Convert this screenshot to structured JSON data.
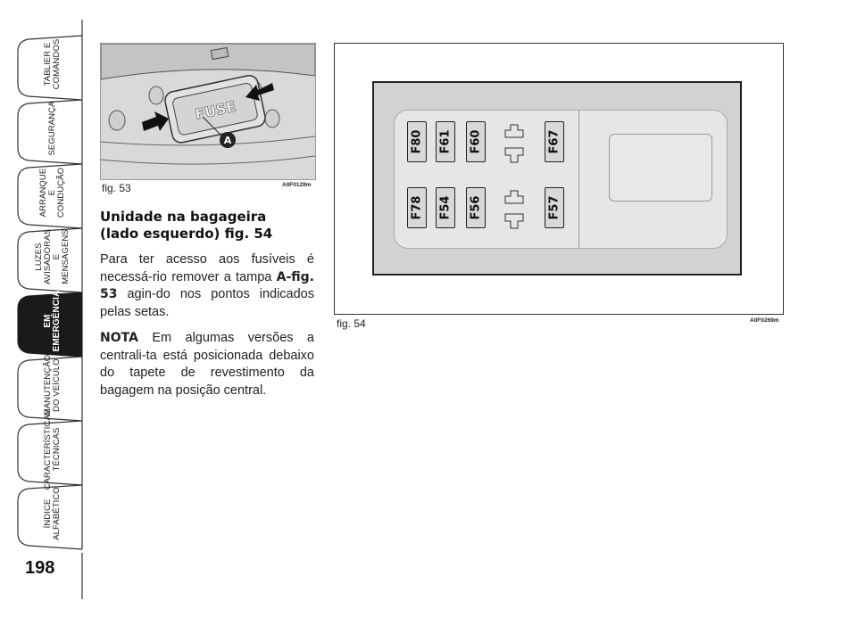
{
  "sidebar": {
    "tabs": [
      {
        "label": "TABLIER E\nCOMANDOS"
      },
      {
        "label": "SEGURANÇA"
      },
      {
        "label": "ARRANQUE\nE CONDUÇÃO"
      },
      {
        "label": "LUZES\nAVISADORAS\nE MENSAGENS"
      },
      {
        "label": "EM\nEMERGÊNCIA"
      },
      {
        "label": "MANUTENÇÃO\nDO VEÍCULO"
      },
      {
        "label": "CARACTERÍSTICAS\nTÉCNICAS"
      },
      {
        "label": "ÍNDICE\nALFABÉTICO"
      }
    ],
    "active_index": 4,
    "active_color": "#1a1a1a",
    "page_number": "198"
  },
  "fig53": {
    "caption": "fig. 53",
    "code": "A0F0129m",
    "cover_text": "FUSE",
    "marker": "A"
  },
  "fig54": {
    "caption": "fig. 54",
    "code": "A0F0269m",
    "fuses_top": [
      "F80",
      "F61",
      "F60",
      "F67"
    ],
    "fuses_bottom": [
      "F78",
      "F54",
      "F56",
      "F57"
    ]
  },
  "article": {
    "title": "Unidade na bagageira\n(lado esquerdo) fig. 54",
    "p1_a": "Para ter acesso aos fusíveis é necessá-rio remover a tampa ",
    "p1_ref": "A-fig. 53",
    "p1_b": " agin-do nos pontos indicados pelas setas.",
    "note_label": "NOTA",
    "note_text": " Em algumas versões a centrali-ta está posicionada debaixo do tapete de revestimento da bagagem na posição central."
  }
}
